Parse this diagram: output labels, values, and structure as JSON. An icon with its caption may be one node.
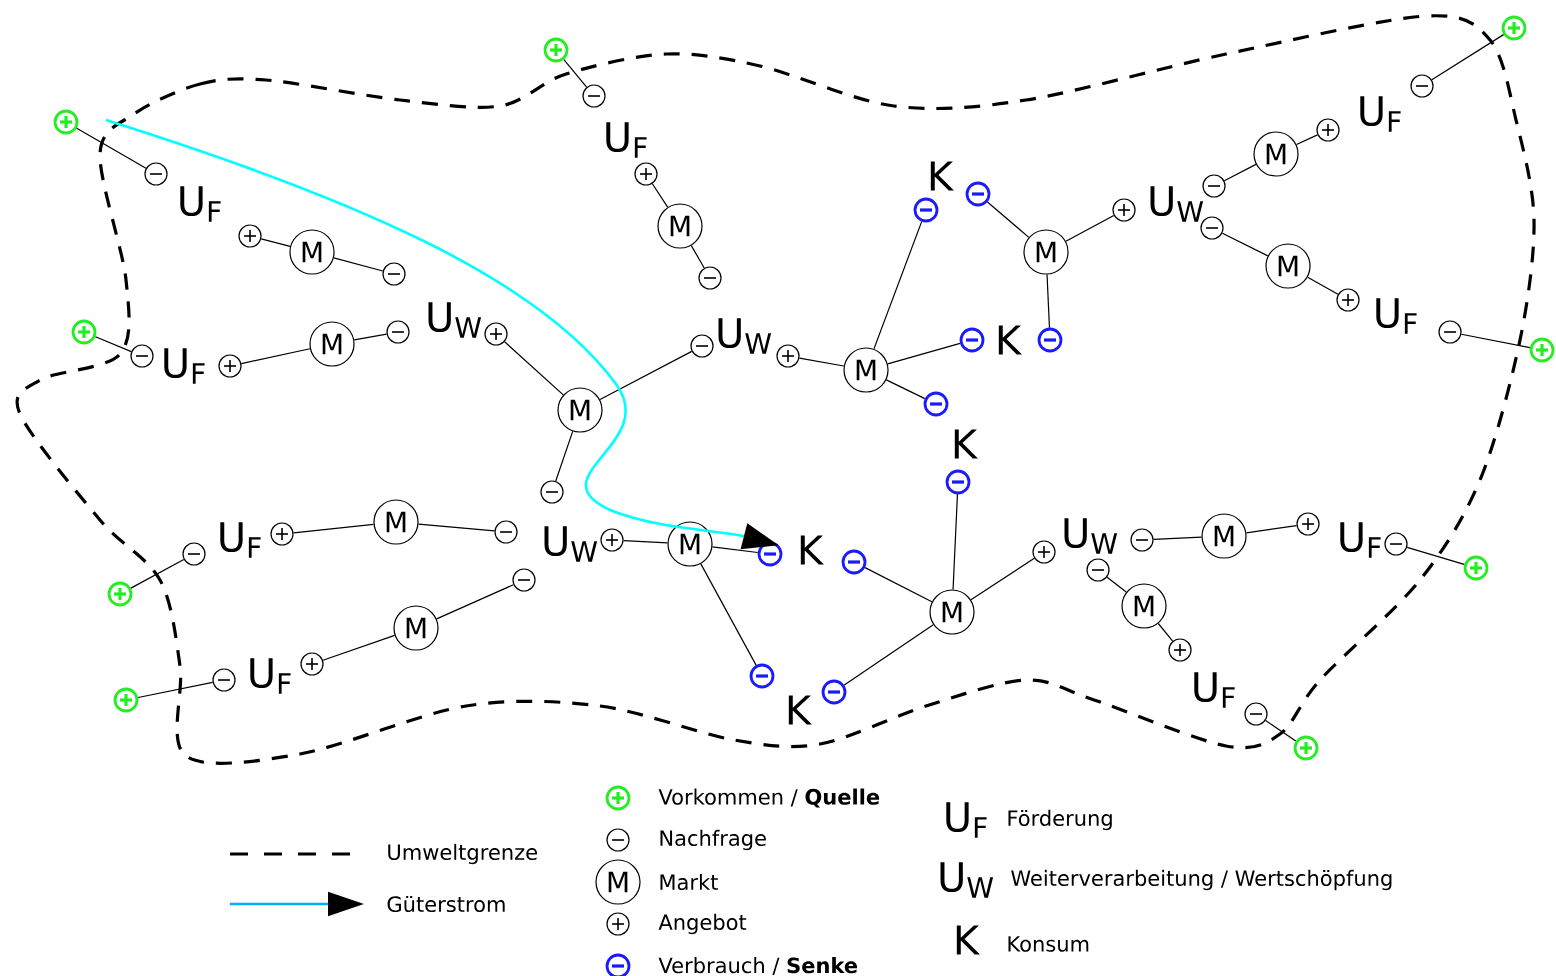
{
  "diagram": {
    "nodes": [
      {
        "text": [],
        "shape": "source"
      },
      {
        "text": [],
        "shape": "minus"
      },
      {
        "text": [],
        "shape": "plus"
      },
      {
        "text": [
          "M"
        ]
      },
      {
        "text": [],
        "shape": "minus"
      },
      {
        "text": [],
        "shape": "source"
      },
      {
        "text": [],
        "shape": "minus"
      },
      {
        "text": [],
        "shape": "plus"
      },
      {
        "text": [
          "M"
        ]
      },
      {
        "text": [],
        "shape": "minus"
      },
      {
        "text": [],
        "shape": "source"
      },
      {
        "text": [],
        "shape": "minus"
      },
      {
        "text": [],
        "shape": "plus"
      },
      {
        "text": [
          "M"
        ]
      },
      {
        "text": [],
        "shape": "minus"
      },
      {
        "text": [],
        "shape": "plus"
      },
      {
        "text": [
          "M"
        ]
      },
      {
        "text": [],
        "shape": "minus"
      },
      {
        "text": [],
        "shape": "minus"
      },
      {
        "text": [],
        "shape": "plus"
      },
      {
        "text": [
          "M"
        ]
      },
      {
        "text": [],
        "shape": "sink"
      },
      {
        "text": [],
        "shape": "sink"
      },
      {
        "text": [],
        "shape": "sink"
      },
      {
        "text": [],
        "shape": "sink"
      },
      {
        "text": [
          "M"
        ]
      },
      {
        "text": [],
        "shape": "sink"
      },
      {
        "text": [],
        "shape": "plus"
      },
      {
        "text": [],
        "shape": "minus"
      },
      {
        "text": [
          "M"
        ]
      },
      {
        "text": [],
        "shape": "plus"
      },
      {
        "text": [],
        "shape": "minus"
      },
      {
        "text": [],
        "shape": "source"
      },
      {
        "text": [],
        "shape": "minus"
      },
      {
        "text": [
          "M"
        ]
      },
      {
        "text": [],
        "shape": "plus"
      },
      {
        "text": [],
        "shape": "minus"
      },
      {
        "text": [],
        "shape": "source"
      },
      {
        "text": [],
        "shape": "source"
      },
      {
        "text": [],
        "shape": "minus"
      },
      {
        "text": [],
        "shape": "plus"
      },
      {
        "text": [
          "M"
        ]
      },
      {
        "text": [],
        "shape": "minus"
      },
      {
        "text": [],
        "shape": "plus"
      },
      {
        "text": [
          "M"
        ]
      },
      {
        "text": [],
        "shape": "sink"
      },
      {
        "text": [],
        "shape": "sink"
      },
      {
        "text": [],
        "shape": "sink"
      },
      {
        "text": [],
        "shape": "sink"
      },
      {
        "text": [
          "M"
        ]
      },
      {
        "text": [],
        "shape": "plus"
      },
      {
        "text": [],
        "shape": "sink"
      },
      {
        "text": [],
        "shape": "minus"
      },
      {
        "text": [
          "M"
        ]
      },
      {
        "text": [],
        "shape": "plus"
      },
      {
        "text": [],
        "shape": "minus"
      },
      {
        "text": [],
        "shape": "source"
      },
      {
        "text": [],
        "shape": "minus"
      },
      {
        "text": [
          "M"
        ]
      },
      {
        "text": [],
        "shape": "plus"
      },
      {
        "text": [],
        "shape": "minus"
      },
      {
        "text": [],
        "shape": "source"
      },
      {
        "text": [],
        "shape": "source"
      },
      {
        "text": [],
        "shape": "minus"
      },
      {
        "text": [],
        "shape": "plus"
      },
      {
        "text": [
          "M"
        ]
      },
      {
        "text": [],
        "shape": "minus"
      }
    ],
    "edges": [
      {
        "from": 0,
        "to": 1,
        "arrow": "none"
      },
      {
        "from": 2,
        "to": 3,
        "arrow": "none"
      },
      {
        "from": 3,
        "to": 4,
        "arrow": "none"
      },
      {
        "from": 5,
        "to": 6,
        "arrow": "none"
      },
      {
        "from": 7,
        "to": 8,
        "arrow": "none"
      },
      {
        "from": 8,
        "to": 9,
        "arrow": "none"
      },
      {
        "from": 10,
        "to": 11,
        "arrow": "none"
      },
      {
        "from": 12,
        "to": 13,
        "arrow": "none"
      },
      {
        "from": 13,
        "to": 14,
        "arrow": "none"
      },
      {
        "from": 15,
        "to": 16,
        "arrow": "none"
      },
      {
        "from": 16,
        "to": 17,
        "arrow": "none"
      },
      {
        "from": 16,
        "to": 18,
        "arrow": "none"
      },
      {
        "from": 19,
        "to": 20,
        "arrow": "none"
      },
      {
        "from": 20,
        "to": 21,
        "arrow": "none"
      },
      {
        "from": 20,
        "to": 22,
        "arrow": "none"
      },
      {
        "from": 20,
        "to": 23,
        "arrow": "none"
      },
      {
        "from": 27,
        "to": 25,
        "arrow": "none"
      },
      {
        "from": 25,
        "to": 24,
        "arrow": "none"
      },
      {
        "from": 25,
        "to": 26,
        "arrow": "none"
      },
      {
        "from": 30,
        "to": 29,
        "arrow": "none"
      },
      {
        "from": 29,
        "to": 28,
        "arrow": "none"
      },
      {
        "from": 32,
        "to": 31,
        "arrow": "none"
      },
      {
        "from": 35,
        "to": 34,
        "arrow": "none"
      },
      {
        "from": 34,
        "to": 33,
        "arrow": "none"
      },
      {
        "from": 37,
        "to": 36,
        "arrow": "none"
      },
      {
        "from": 38,
        "to": 39,
        "arrow": "none"
      },
      {
        "from": 40,
        "to": 41,
        "arrow": "none"
      },
      {
        "from": 41,
        "to": 42,
        "arrow": "none"
      },
      {
        "from": 43,
        "to": 44,
        "arrow": "none"
      },
      {
        "from": 44,
        "to": 45,
        "arrow": "none"
      },
      {
        "from": 44,
        "to": 46,
        "arrow": "none"
      },
      {
        "from": 50,
        "to": 49,
        "arrow": "none"
      },
      {
        "from": 49,
        "to": 47,
        "arrow": "none"
      },
      {
        "from": 49,
        "to": 48,
        "arrow": "none"
      },
      {
        "from": 49,
        "to": 51,
        "arrow": "none"
      },
      {
        "from": 54,
        "to": 53,
        "arrow": "none"
      },
      {
        "from": 53,
        "to": 52,
        "arrow": "none"
      },
      {
        "from": 56,
        "to": 55,
        "arrow": "none"
      },
      {
        "from": 59,
        "to": 58,
        "arrow": "none"
      },
      {
        "from": 58,
        "to": 57,
        "arrow": "none"
      },
      {
        "from": 61,
        "to": 60,
        "arrow": "none"
      },
      {
        "from": 62,
        "to": 63,
        "arrow": "none"
      },
      {
        "from": 64,
        "to": 65,
        "arrow": "none"
      },
      {
        "from": 65,
        "to": 66,
        "arrow": "none"
      },
      {
        "from": null,
        "to": 45,
        "arrow": "to",
        "color": "#00ffff"
      }
    ],
    "labels": [
      "U$_{F}$",
      "U$_{F}$",
      "U$_{F}$",
      "U$_{W}$",
      "U$_{W}$",
      "K",
      "K",
      "U$_{W}$",
      "U$_{F}$",
      "U$_{F}$",
      "U$_{F}$",
      "U$_{W}$",
      "K",
      "K",
      "U$_{W}$",
      "U$_{F}$",
      "U$_{F}$",
      "K",
      "U$_{F}$",
      "M",
      "U$_{F}$",
      "U$_{W}$",
      "K"
    ],
    "legend": [
      {
        "text": "Umweltgrenze"
      },
      {
        "text": "Güterstrom"
      },
      {
        "text": "Vorkommen / **Quelle**"
      },
      {
        "text": "Nachfrage"
      },
      {
        "text": "Markt"
      },
      {
        "text": "Angebot"
      },
      {
        "text": "Verbrauch / **Senke**"
      },
      {
        "text": "Förderung"
      },
      {
        "text": "Weiterverarbeitung / Wertschöpfung"
      },
      {
        "text": "Konsum"
      }
    ]
  }
}
